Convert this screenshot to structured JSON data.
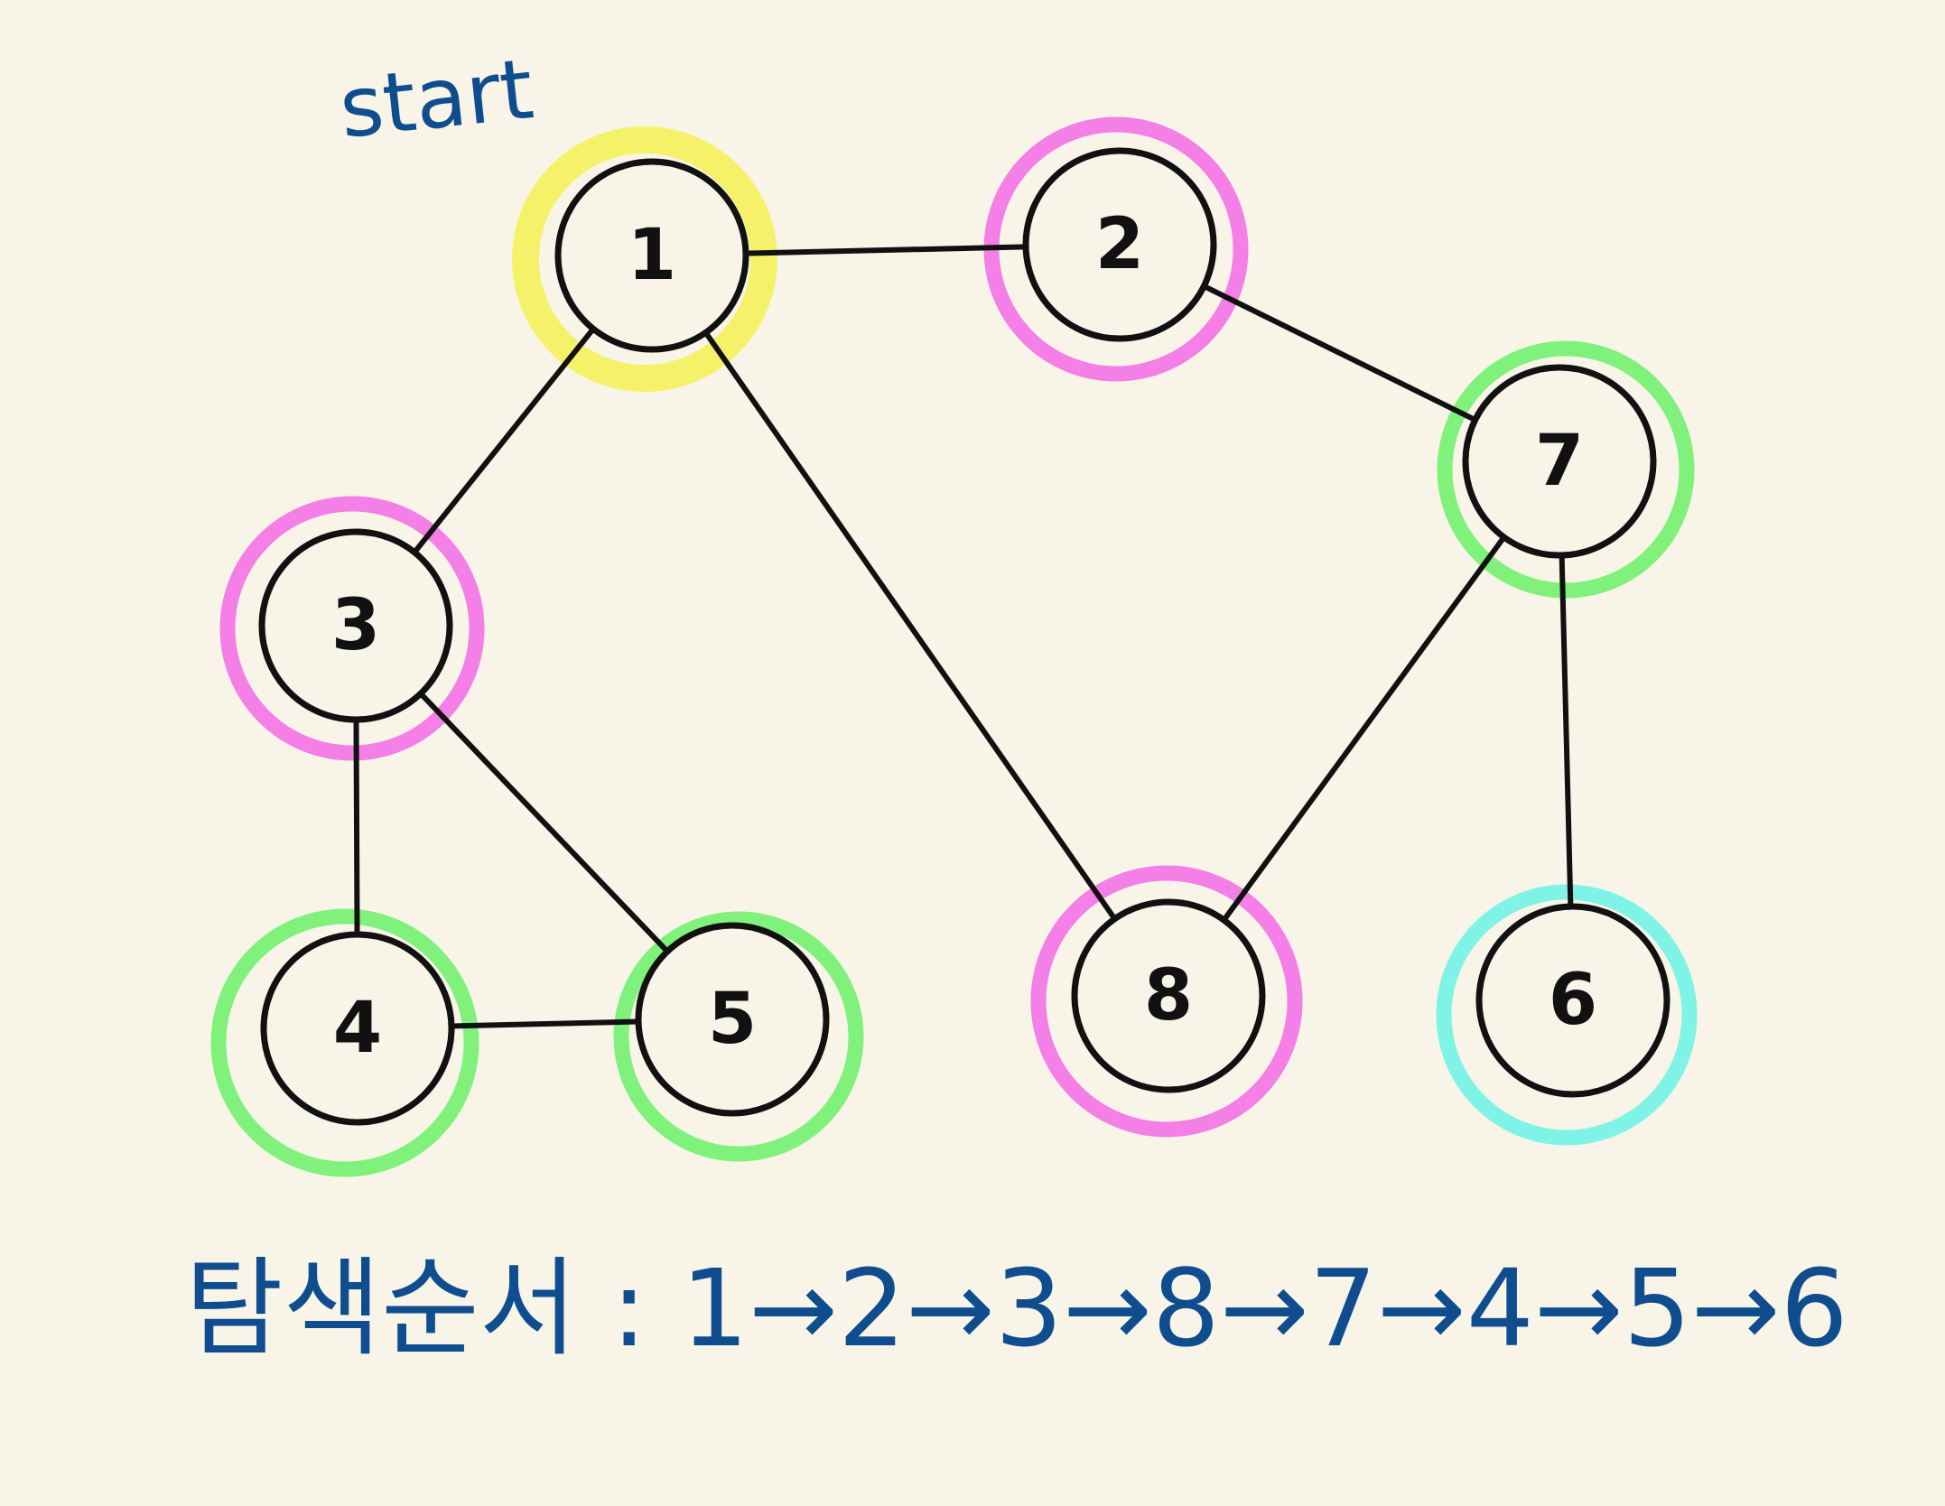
{
  "start_label": "start",
  "traversal_order": "탐색순서 : 1→2→3→8→7→4→5→6",
  "colors": {
    "background": "#f8f5e8",
    "edge": "#111111",
    "ink": "#0f4d8f",
    "yellow": "#f5f26a",
    "pink": "#f47fe6",
    "green": "#80f27b",
    "cyan": "#7ff4e6"
  },
  "nodes": [
    {
      "id": "1",
      "label": "1",
      "highlight": "yellow"
    },
    {
      "id": "2",
      "label": "2",
      "highlight": "pink"
    },
    {
      "id": "3",
      "label": "3",
      "highlight": "pink"
    },
    {
      "id": "4",
      "label": "4",
      "highlight": "green"
    },
    {
      "id": "5",
      "label": "5",
      "highlight": "green"
    },
    {
      "id": "6",
      "label": "6",
      "highlight": "cyan"
    },
    {
      "id": "7",
      "label": "7",
      "highlight": "green"
    },
    {
      "id": "8",
      "label": "8",
      "highlight": "pink"
    }
  ],
  "edges": [
    [
      "1",
      "2"
    ],
    [
      "1",
      "3"
    ],
    [
      "1",
      "8"
    ],
    [
      "2",
      "7"
    ],
    [
      "3",
      "4"
    ],
    [
      "3",
      "5"
    ],
    [
      "4",
      "5"
    ],
    [
      "7",
      "6"
    ],
    [
      "7",
      "8"
    ]
  ]
}
